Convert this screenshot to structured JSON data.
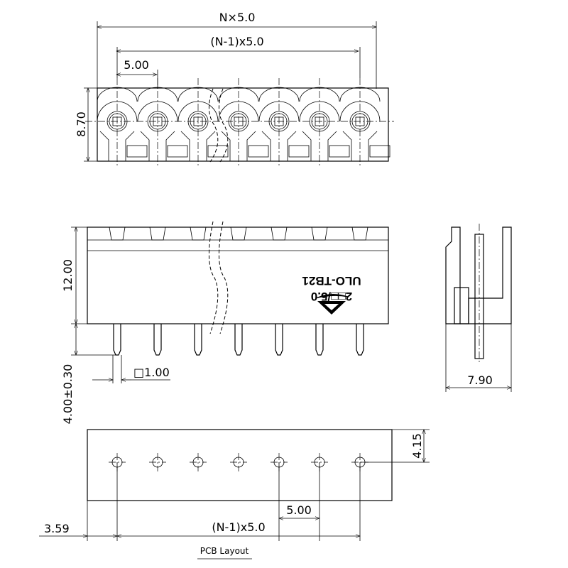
{
  "dimensions": {
    "overall_width": "N×5.0",
    "pin_span_top": "(N-1)x5.0",
    "pitch_top": "5.00",
    "depth": "8.70",
    "height": "12.00",
    "pin_length": "4.00±0.30",
    "pin_size": "□1.00",
    "side_width": "7.90",
    "hole_offset_y": "4.15",
    "hole_offset_x": "3.59",
    "pin_span_bottom": "(N-1)x5.0",
    "pitch_bottom": "5.00"
  },
  "marking": {
    "part_number": "ULO-TB21",
    "spec": "2□□/5.0"
  },
  "caption": "PCB Layout"
}
